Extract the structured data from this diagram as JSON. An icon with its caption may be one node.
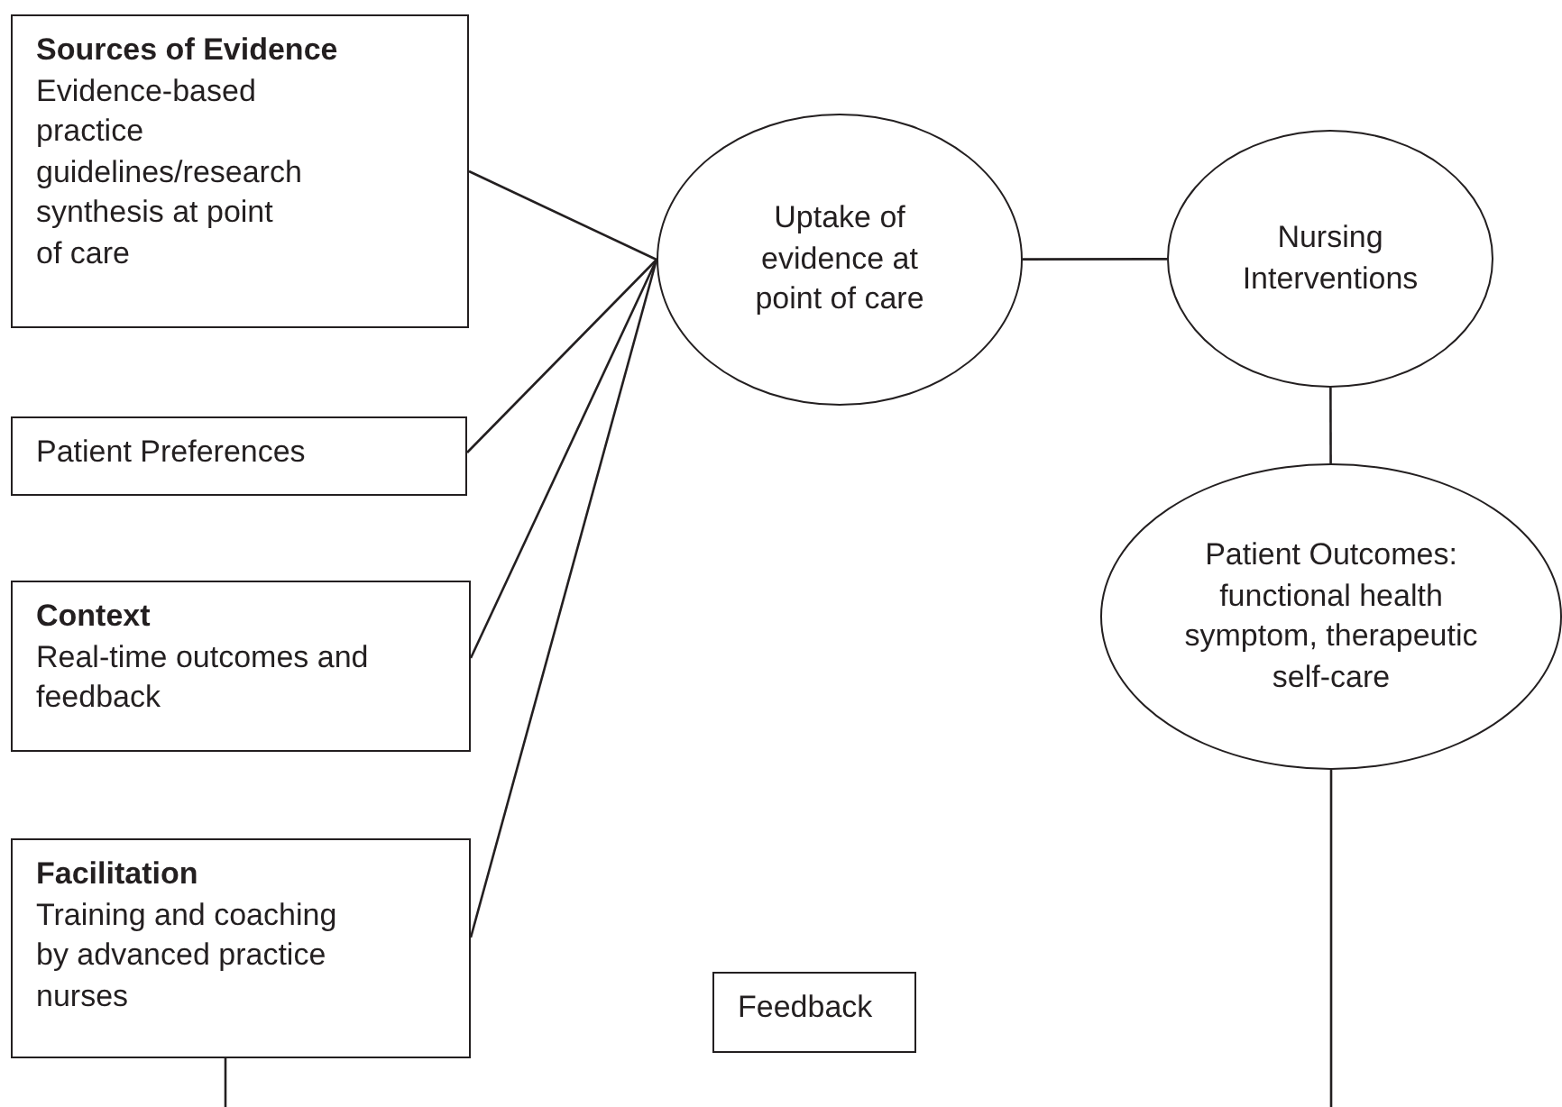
{
  "diagram": {
    "nodes": [
      {
        "text": [
          "Sources of Evidence",
          "Evidence-based practice guidelines/research synthesis at point of care"
        ]
      },
      {
        "text": [
          "Patient Preferences"
        ]
      },
      {
        "text": [
          "Context",
          "Real-time outcomes and feedback"
        ]
      },
      {
        "text": [
          "Facilitation",
          "Training and coaching by advanced practice nurses"
        ]
      },
      {
        "text": [
          "Uptake of evidence at point of care"
        ]
      },
      {
        "text": [
          "Nursing Interventions"
        ]
      },
      {
        "text": [
          "Patient Outcomes: functional health symptom, therapeutic self-care"
        ]
      },
      {
        "text": [
          "Feedback"
        ]
      }
    ],
    "edges": [
      {
        "from": 0,
        "to": 4,
        "arrow": "none"
      },
      {
        "from": 1,
        "to": 4,
        "arrow": "none"
      },
      {
        "from": 2,
        "to": 4,
        "arrow": "none"
      },
      {
        "from": 3,
        "to": 4,
        "arrow": "none"
      },
      {
        "from": 4,
        "to": 5,
        "arrow": "none"
      },
      {
        "from": 5,
        "to": 6,
        "arrow": "none"
      },
      {
        "from": 3,
        "to": null,
        "arrow": "none"
      },
      {
        "from": 6,
        "to": null,
        "arrow": "none"
      }
    ]
  }
}
